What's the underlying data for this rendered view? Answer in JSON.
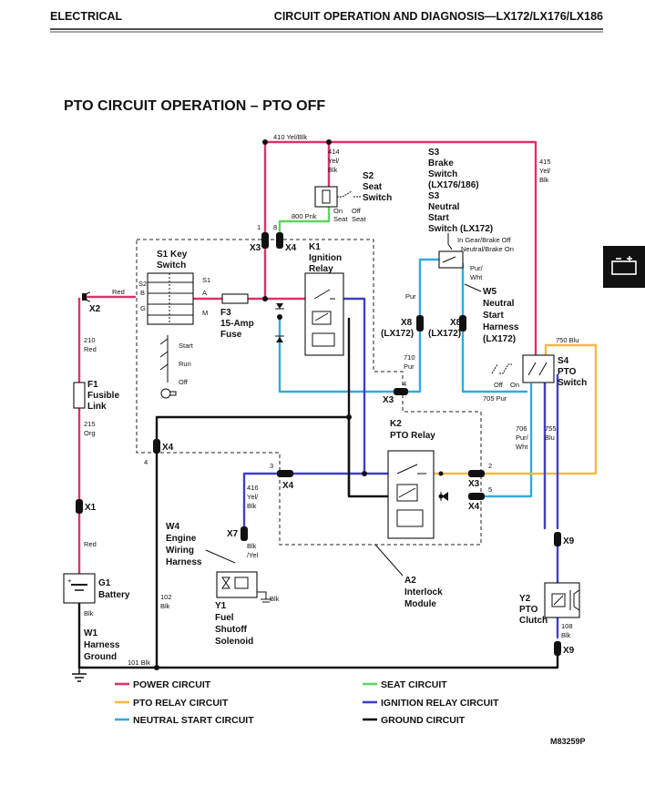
{
  "header": {
    "left": "ELECTRICAL",
    "right": "CIRCUIT OPERATION AND DIAGNOSIS—LX172/LX176/LX186"
  },
  "page_title": "PTO CIRCUIT OPERATION – PTO OFF",
  "figure_id": "M83259P",
  "colors": {
    "power": "#e0306e",
    "pto_relay": "#f4b942",
    "neutral_start": "#35a8e0",
    "seat": "#5fd35f",
    "ignition_relay": "#3f3fc9",
    "ground": "#111111"
  },
  "components": {
    "s1": [
      "S1 Key",
      "Switch"
    ],
    "s1_terms": {
      "s2": "S2",
      "s1": "S1",
      "b": "B",
      "a": "A",
      "g": "G",
      "m": "M"
    },
    "s1_positions": {
      "start": "Start",
      "run": "Run",
      "off": "Off"
    },
    "s2": [
      "S2",
      "Seat",
      "Switch"
    ],
    "s2_states": {
      "on": "On",
      "off": "Off",
      "seat": "Seat"
    },
    "s3": [
      "S3",
      "Brake",
      "Switch",
      "(LX176/186)",
      "S3",
      "Neutral",
      "Start",
      "Switch (LX172)"
    ],
    "s3_states": {
      "gear": "In Gear/Brake Off",
      "neutral": "Neutral/Brake On"
    },
    "s4": [
      "S4",
      "PTO",
      "Switch"
    ],
    "s4_states": {
      "off": "Off",
      "on": "On"
    },
    "k1": [
      "K1",
      "Ignition",
      "Relay"
    ],
    "k2": [
      "K2",
      "PTO Relay"
    ],
    "f3": [
      "F3",
      "15-Amp",
      "Fuse"
    ],
    "f1": [
      "F1",
      "Fusible",
      "Link"
    ],
    "g1": [
      "G1",
      "Battery"
    ],
    "w1": [
      "W1",
      "Harness",
      "Ground"
    ],
    "w4": [
      "W4",
      "Engine",
      "Wiring",
      "Harness"
    ],
    "w5": [
      "W5",
      "Neutral",
      "Start",
      "Harness",
      "(LX172)"
    ],
    "y1": [
      "Y1",
      "Fuel",
      "Shutoff",
      "Solenoid"
    ],
    "y2": [
      "Y2",
      "PTO",
      "Clutch"
    ],
    "a2": [
      "A2",
      "Interlock",
      "Module"
    ]
  },
  "connectors": {
    "x2": "X2",
    "x3a": "X3",
    "x4a": "X4",
    "x8a": "X8",
    "x8a_model": "(LX172)",
    "x8b": "X8",
    "x8b_model": "(LX172)",
    "x3b": "X3",
    "x4b": "X4",
    "x4c": "X4",
    "x3c": "X3",
    "x4d": "X4",
    "x7": "X7",
    "x1": "X1",
    "x9a": "X9",
    "x9b": "X9"
  },
  "pins": {
    "p1": "1",
    "p8": "8",
    "p4a": "4",
    "p4b": "4",
    "p3": "3",
    "p2": "2",
    "p5": "5"
  },
  "wires": {
    "w410": "410 Yel/Blk",
    "w414": [
      "414",
      "Yel/",
      "Blk"
    ],
    "w415": [
      "415",
      "Yel/",
      "Blk"
    ],
    "w800": "800 Pnk",
    "red_a": "Red",
    "w210": [
      "210",
      "Red"
    ],
    "w215": [
      "215",
      "Org"
    ],
    "red_b": "Red",
    "blk_batt": "Blk",
    "w102": [
      "102",
      "Blk"
    ],
    "w101": "101 Blk",
    "w416": [
      "416",
      "Yel/",
      "Blk"
    ],
    "w416b": [
      "Blk",
      "/Yel"
    ],
    "blk_y1": "Blk",
    "pur_a": "Pur",
    "pur_wht": [
      "Pur/",
      "Wht"
    ],
    "w710": [
      "710",
      "Pur"
    ],
    "w705": "705 Pur",
    "w750": "750 Blu",
    "w706": [
      "706",
      "Pur/",
      "Wht"
    ],
    "w755": [
      "755",
      "Blu"
    ],
    "w108": [
      "108",
      "Blk"
    ]
  },
  "legend": [
    "POWER CIRCUIT",
    "PTO RELAY CIRCUIT",
    "NEUTRAL START CIRCUIT",
    "SEAT CIRCUIT",
    "IGNITION RELAY CIRCUIT",
    "GROUND CIRCUIT"
  ]
}
